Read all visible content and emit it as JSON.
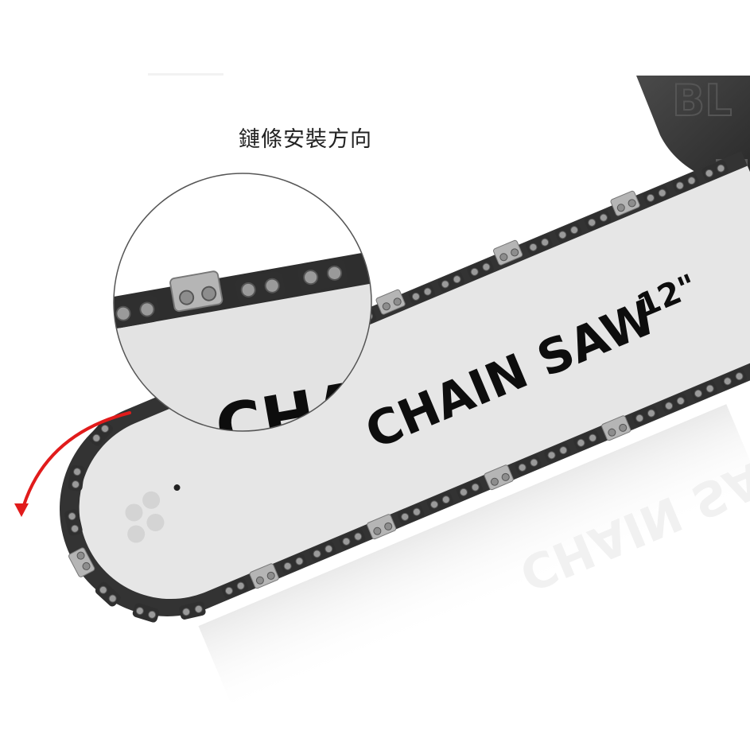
{
  "caption": {
    "text": "鏈條安裝方向"
  },
  "bar": {
    "label_main": "CHAIN SAW",
    "label_size": "12\"",
    "reflection_text": "CHAIN SAW",
    "color": "#e8e8e8"
  },
  "chain": {
    "link_color": "#2e2e2e",
    "cutter_color": "#b9b9b9"
  },
  "inset": {
    "description": "magnified chain detail",
    "partial_label": "CHA"
  },
  "arrow": {
    "color": "#e11b1b",
    "direction": "counter-clockwise down"
  },
  "motor_housing": {
    "color": "#3a3a3a",
    "embossed_text": "BL"
  }
}
